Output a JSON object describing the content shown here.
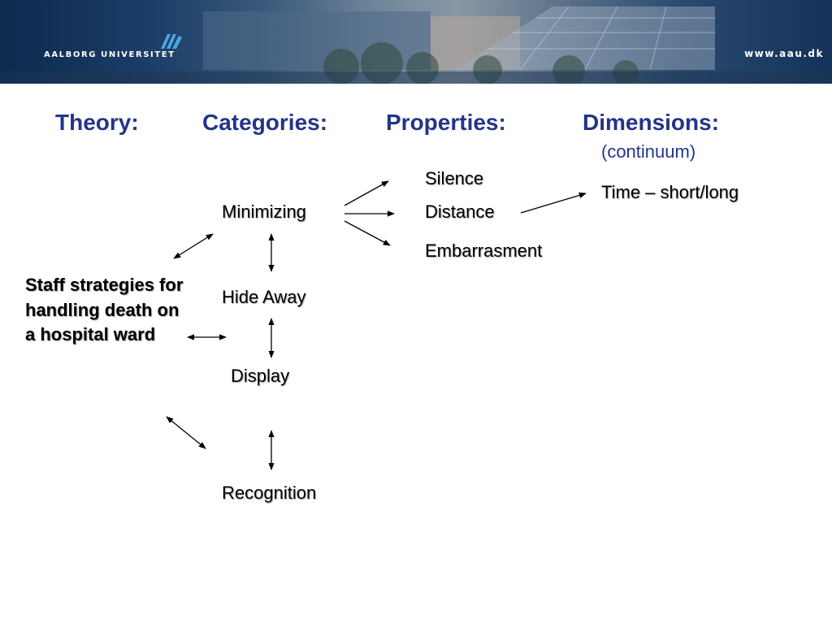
{
  "banner": {
    "university_name": "AALBORG UNIVERSITET",
    "url": "www.aau.dk"
  },
  "headers": {
    "theory": "Theory:",
    "categories": "Categories:",
    "properties": "Properties:",
    "dimensions": "Dimensions:",
    "dimensions_note": "(continuum)"
  },
  "theory_text": "Staff strategies for handling death on a hospital ward",
  "categories": [
    "Minimizing",
    "Hide Away",
    "Display",
    "Recognition"
  ],
  "properties": [
    "Silence",
    "Distance",
    "Embarrasment"
  ],
  "dimensions": [
    "Time – short/long"
  ],
  "colors": {
    "heading": "#23348a",
    "banner": "#1b3d66",
    "text": "#000000"
  }
}
